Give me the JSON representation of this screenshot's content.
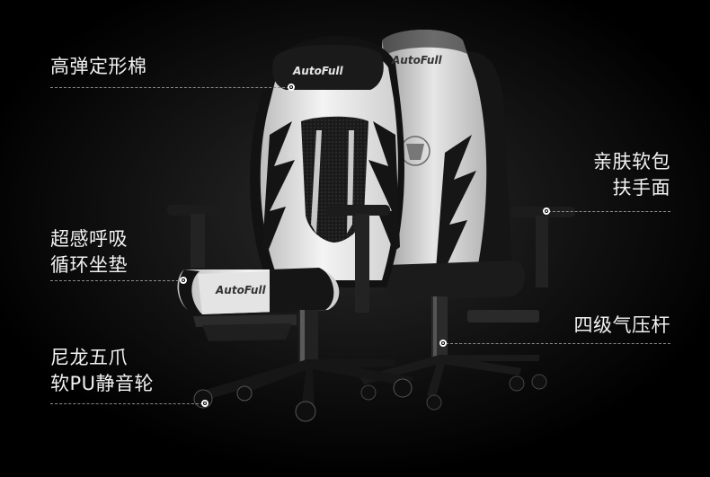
{
  "features": {
    "headrest": {
      "lines": [
        "高弹定形棉"
      ]
    },
    "armrest": {
      "lines": [
        "亲肤软包",
        "扶手面"
      ]
    },
    "seat": {
      "lines": [
        "超感呼吸",
        "循环坐垫"
      ]
    },
    "gas_lift": {
      "lines": [
        "四级气压杆"
      ]
    },
    "base": {
      "lines": [
        "尼龙五爪",
        "软PU静音轮"
      ]
    }
  },
  "brand": {
    "front_logo": "AutoFull",
    "back_logo": "AutoFull",
    "seat_logo": "AutoFull"
  },
  "colors": {
    "background": "#000000",
    "chair_white": "#e9e9e9",
    "chair_black": "#141414",
    "leader_line": "#8a8a8a"
  }
}
